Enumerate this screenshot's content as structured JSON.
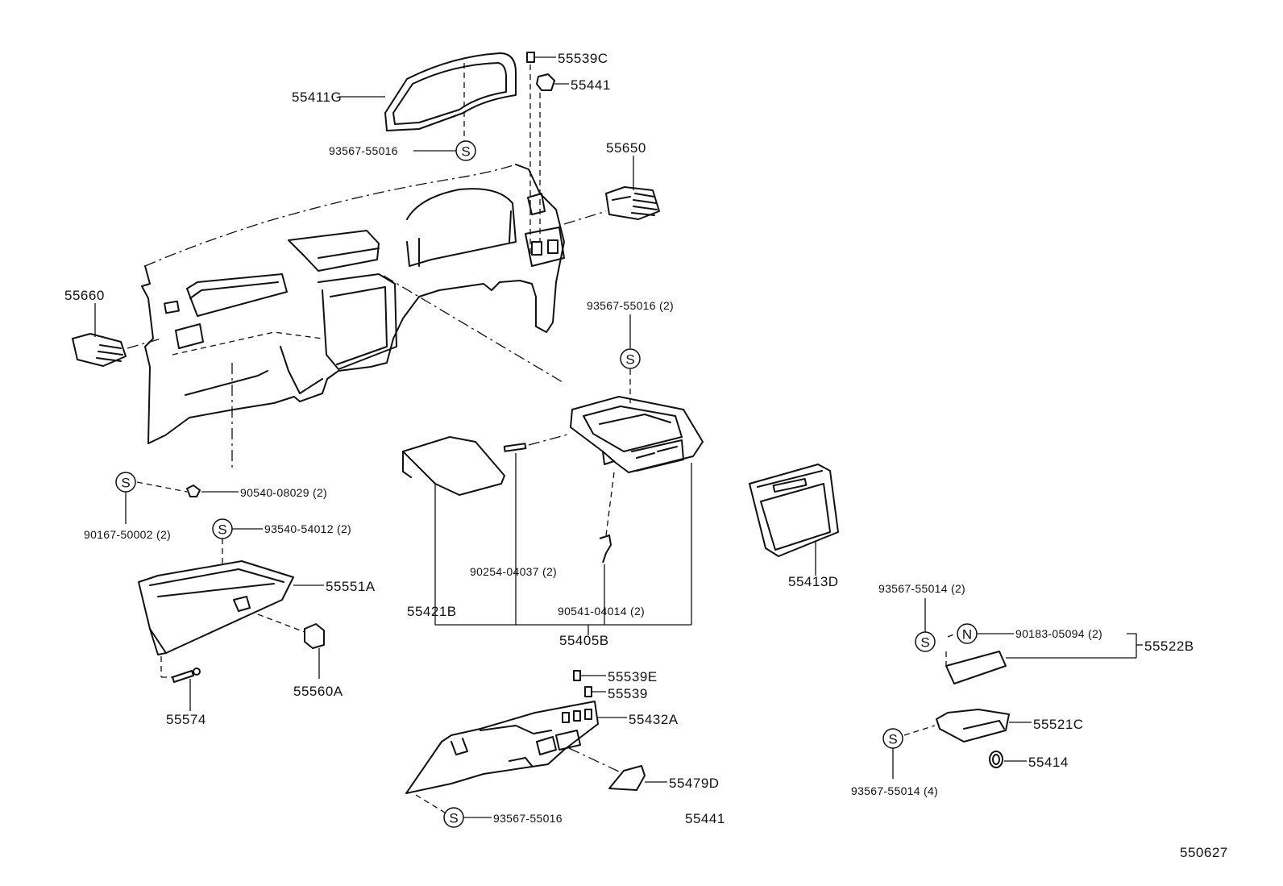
{
  "labels": {
    "p55539C": "55539C",
    "p55441_top": "55441",
    "p55411G": "55411G",
    "p93567_55016_top": "93567-55016",
    "p55650": "55650",
    "p55660": "55660",
    "p93567_55016_2": "93567-55016 (2)",
    "p90540_08029": "90540-08029 (2)",
    "p90167_50002": "90167-50002 (2)",
    "p93540_54012": "93540-54012 (2)",
    "p55551A": "55551A",
    "p55560A": "55560A",
    "p55574": "55574",
    "p90254_04037": "90254-04037 (2)",
    "p55421B": "55421B",
    "p90541_04014": "90541-04014 (2)",
    "p55405B": "55405B",
    "p55413D": "55413D",
    "p93567_55014_2": "93567-55014 (2)",
    "p90183_05094": "90183-05094 (2)",
    "p55522B": "55522B",
    "p55539E": "55539E",
    "p55539": "55539",
    "p55432A": "55432A",
    "p55479D": "55479D",
    "p93567_55016_bottom": "93567-55016",
    "p55441_bottom": "55441",
    "p55521C": "55521C",
    "p55414": "55414",
    "p93567_55014_4": "93567-55014 (4)",
    "diagram_id": "550627"
  },
  "symbols": {
    "s": "S",
    "n": "N"
  }
}
